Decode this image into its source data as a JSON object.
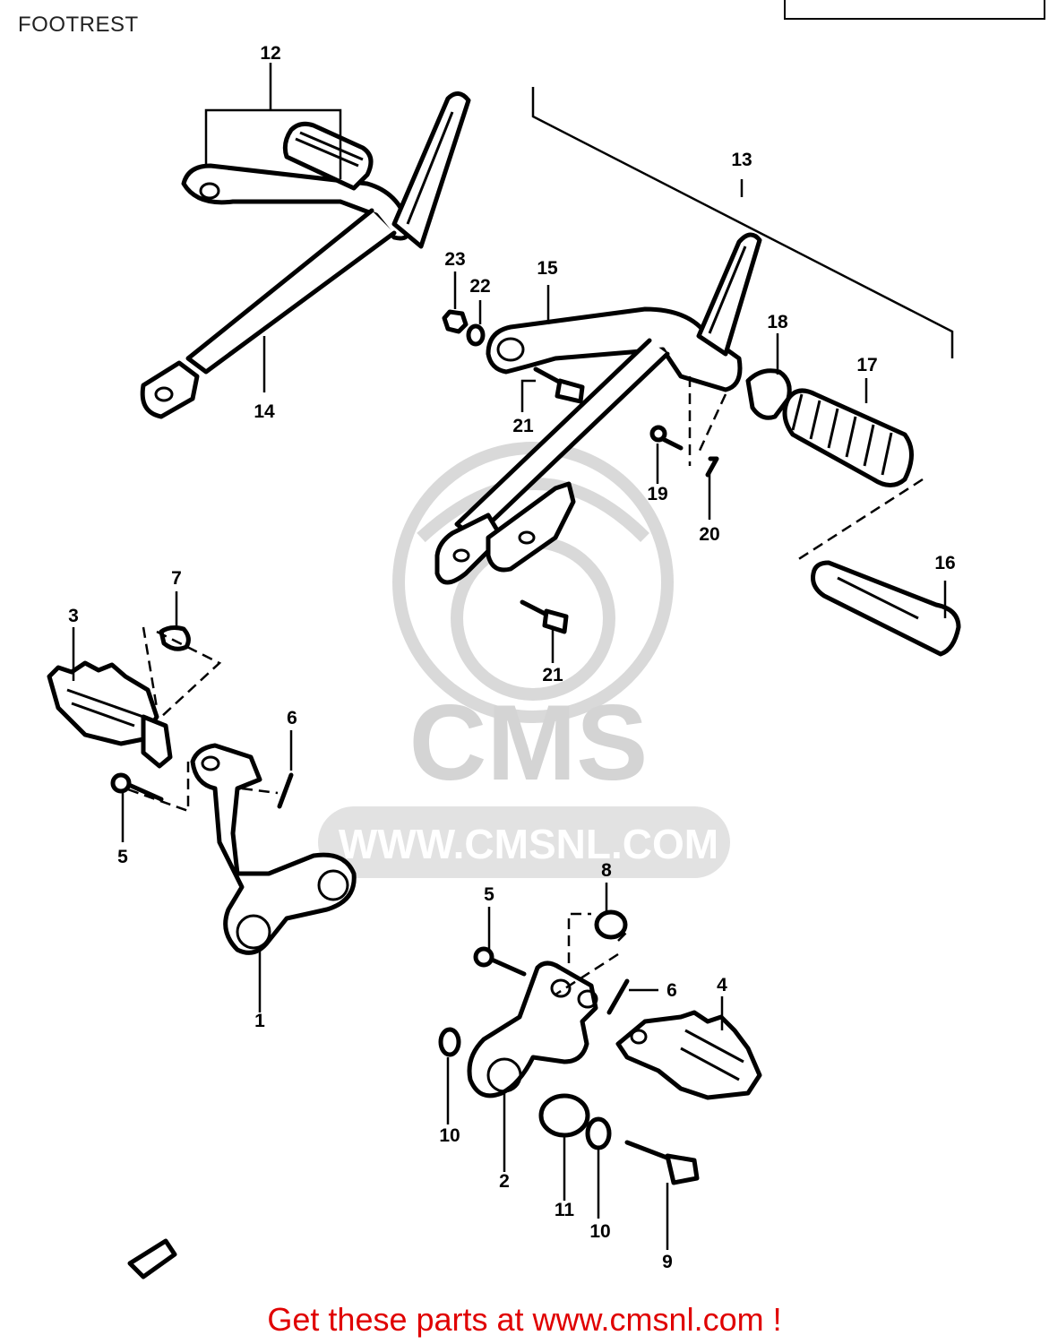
{
  "page": {
    "title": "FOOTREST",
    "footer_link_text": "Get these parts at www.cmsnl.com !"
  },
  "watermark": {
    "brand": "CMS",
    "url": "WWW.CMSNL.COM"
  },
  "colors": {
    "footer_link": "#e00000",
    "line_art": "#000000",
    "watermark": "#d9d9d9"
  },
  "callouts": {
    "c1": "1",
    "c2": "2",
    "c3": "3",
    "c4": "4",
    "c5a": "5",
    "c5b": "5",
    "c6a": "6",
    "c6b": "6",
    "c7": "7",
    "c8": "8",
    "c9": "9",
    "c10a": "10",
    "c10b": "10",
    "c11": "11",
    "c12": "12",
    "c13": "13",
    "c14": "14",
    "c15": "15",
    "c16": "16",
    "c17": "17",
    "c18": "18",
    "c19": "19",
    "c20": "20",
    "c21a": "21",
    "c21b": "21",
    "c22": "22",
    "c23": "23"
  }
}
